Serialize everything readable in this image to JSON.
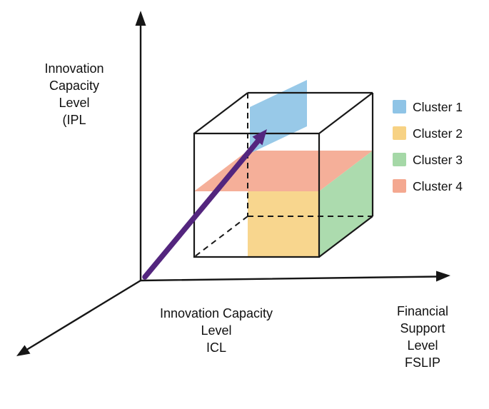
{
  "diagram": {
    "description": "3D axis diagram with a cube containing four colored cluster regions and a purple vector arrow from the origin"
  },
  "colors": {
    "cluster1": "#8fc4e6",
    "cluster2": "#f7d284",
    "cluster3": "#a5d8a7",
    "cluster4": "#f4a890",
    "arrow": "#53257e"
  },
  "axis_labels": {
    "vertical": [
      "Innovation",
      "Capacity",
      "Level",
      "(IPL"
    ],
    "depth": [
      "Innovation Capacity",
      "Level",
      "ICL"
    ],
    "horizontal": [
      "Financial",
      "Support",
      "Level",
      "FSLIP"
    ]
  },
  "legend": {
    "items": [
      {
        "label": "Cluster 1",
        "color": "#8fc4e6"
      },
      {
        "label": "Cluster 2",
        "color": "#f7d284"
      },
      {
        "label": "Cluster 3",
        "color": "#a5d8a7"
      },
      {
        "label": "Cluster 4",
        "color": "#f4a890"
      }
    ]
  }
}
